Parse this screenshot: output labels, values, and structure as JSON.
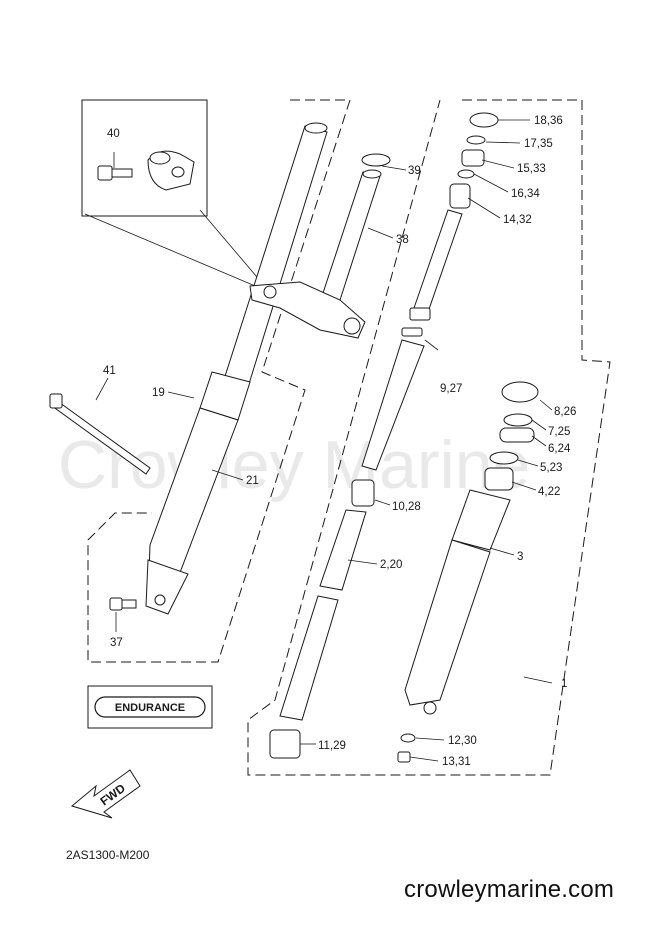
{
  "watermark": "Crowley Marine",
  "badge": "ENDURANCE",
  "fwd_label": "FWD",
  "diagram_code": "2AS1300-M200",
  "website": "crowleymarine.com",
  "callouts": [
    "40",
    "39",
    "38",
    "41",
    "19",
    "21",
    "37",
    "18,36",
    "17,35",
    "15,33",
    "16,34",
    "14,32",
    "9,27",
    "8,26",
    "7,25",
    "6,24",
    "5,23",
    "4,22",
    "3",
    "10,28",
    "2,20",
    "11,29",
    "1",
    "12,30",
    "13,31"
  ]
}
